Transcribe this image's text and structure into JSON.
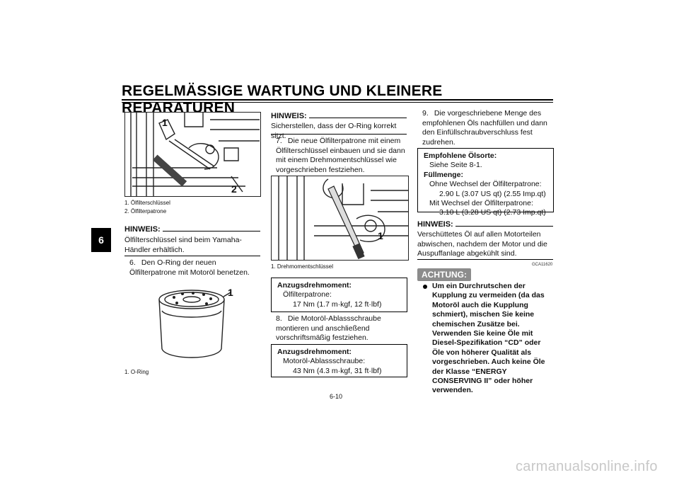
{
  "header": {
    "title": "REGELMÄSSIGE WARTUNG UND KLEINERE REPARATUREN",
    "chapter_tab": "6"
  },
  "col1": {
    "figure1": {
      "callout_1": "1",
      "callout_2": "2",
      "captions": [
        "1. Ölfilterschlüssel",
        "2. Ölfilterpatrone"
      ]
    },
    "hinweis": {
      "title": "HINWEIS:",
      "text": "Ölfilterschlüssel sind beim Yamaha-Händler erhältlich."
    },
    "step6": {
      "num": "6.",
      "text": "Den O-Ring der neuen Ölfilterpatrone mit Motoröl benetzen."
    },
    "figure2": {
      "callout_1": "1",
      "caption": "1. O-Ring"
    }
  },
  "col2": {
    "hinweis": {
      "title": "HINWEIS:",
      "text": "Sicherstellen, dass der O-Ring korrekt sitzt."
    },
    "step7": {
      "num": "7.",
      "text": "Die neue Ölfilterpatrone mit einem Ölfilterschlüssel einbauen und sie dann mit einem Drehmomentschlüssel wie vorgeschrieben festziehen."
    },
    "figure3": {
      "callout_1": "1",
      "caption": "1. Drehmomentschlüssel"
    },
    "torque_box1": {
      "title": "Anzugsdrehmoment:",
      "item": "Ölfilterpatrone:",
      "value": "17 Nm (1.7 m·kgf, 12 ft·lbf)"
    },
    "step8": {
      "num": "8.",
      "text": "Die Motoröl-Ablassschraube montieren und anschließend vorschriftsmäßig festziehen."
    },
    "torque_box2": {
      "title": "Anzugsdrehmoment:",
      "item": "Motoröl-Ablassschraube:",
      "value": "43 Nm (4.3 m·kgf, 31 ft·lbf)"
    }
  },
  "col3": {
    "step9": {
      "num": "9.",
      "text": "Die vorgeschriebene Menge des empfohlenen Öls nachfüllen und dann den Einfüllschraubverschluss fest zudrehen."
    },
    "oil_box": {
      "title1": "Empfohlene Ölsorte:",
      "line1": "Siehe Seite 8-1.",
      "title2": "Füllmenge:",
      "line2": "Ohne Wechsel der Ölfilterpatrone:",
      "line3": "2.90 L (3.07 US qt) (2.55 Imp.qt)",
      "line4": "Mit Wechsel der Ölfilterpatrone:",
      "line5": "3.10 L (3.28 US qt) (2.73 Imp.qt)"
    },
    "hinweis": {
      "title": "HINWEIS:",
      "text": "Verschüttetes Öl auf allen Motorteilen abwischen, nachdem der Motor und die Auspuffanlage abgekühlt sind."
    },
    "code": "GCA11620",
    "achtung": {
      "label": "ACHTUNG:",
      "text": "Um ein Durchrutschen der Kupplung zu vermeiden (da das Motoröl auch die Kupplung schmiert), mischen Sie keine chemischen Zusätze bei. Verwenden Sie keine Öle mit Diesel-Spezifikation “CD” oder Öle von höherer Qualität als vorgeschrieben. Auch keine Öle der Klasse “ENERGY CONSERVING II” oder höher verwenden."
    }
  },
  "footer": {
    "page_number": "6-10",
    "watermark": "carmanualsonline.info"
  }
}
